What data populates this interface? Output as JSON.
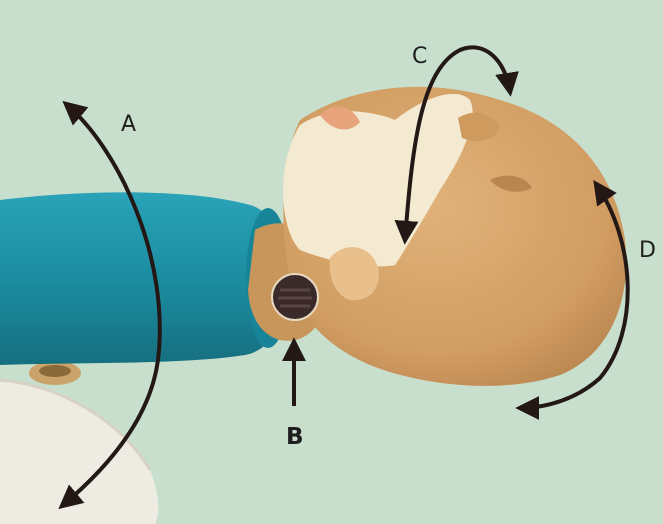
{
  "labels": {
    "a": "A",
    "b": "B",
    "c": "C",
    "d": "D"
  },
  "colors": {
    "background": "#c7dfcc",
    "arm": "#1f8ea3",
    "skin": "#d7a76c",
    "mask": "#f4ead2",
    "knob": "#3b2a2a",
    "arrows": "#231815"
  }
}
